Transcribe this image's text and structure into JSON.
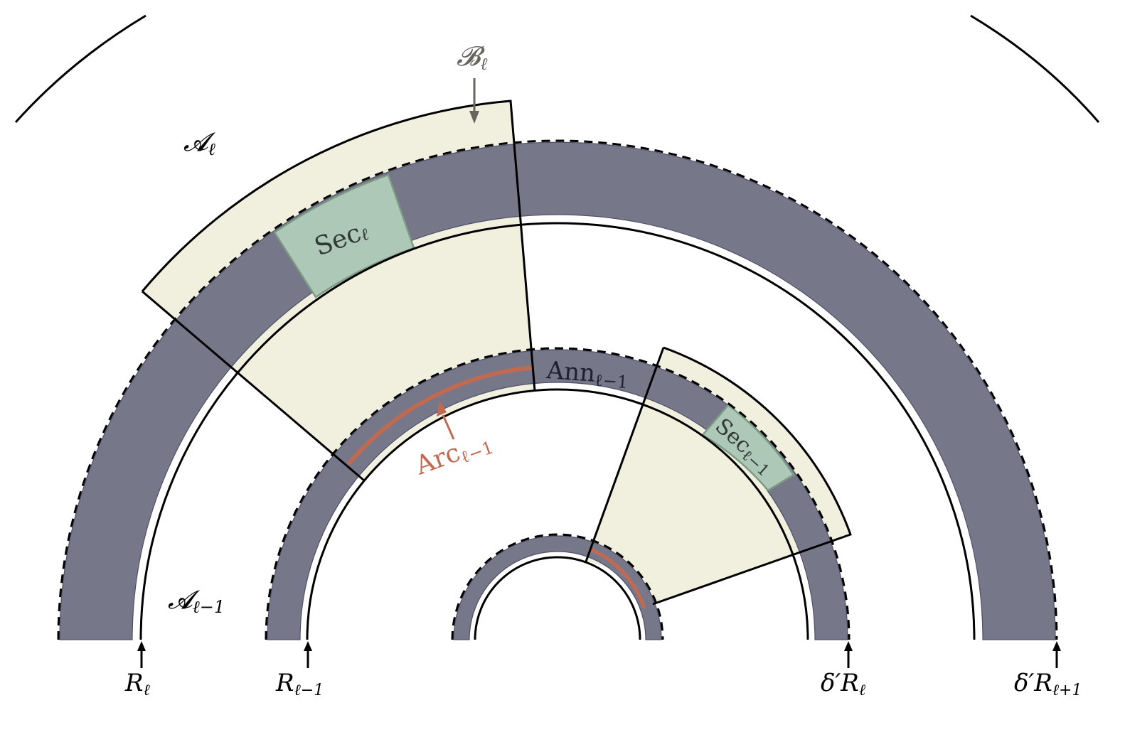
{
  "diagram": {
    "colors": {
      "band": "#767789",
      "band_edge": "#4f506a",
      "sector_fill": "#f1efdd",
      "sec_fill": "#aec8b8",
      "sec_edge": "#7c9a84",
      "arc": "#c06a52",
      "label_gray": "#66665e",
      "line": "#000000"
    },
    "labels": {
      "B_ell": "𝓑",
      "B_ell_sub": "ℓ",
      "A_ell": "𝓐",
      "A_ell_sub": "ℓ",
      "A_ell_minus_1": "𝓐",
      "A_ell_minus_1_sub": "ℓ−1",
      "Sec_ell": "Sec",
      "Sec_ell_sub": "ℓ",
      "Sec_ell_minus_1": "Sec",
      "Sec_ell_minus_1_sub": "ℓ−1",
      "Ann_ell_minus_1": "Ann",
      "Ann_ell_minus_1_sub": "ℓ−1",
      "Arc_ell_minus_1": "Arc",
      "Arc_ell_minus_1_sub": "ℓ−1"
    },
    "axis_markers": [
      {
        "main": "R",
        "sub": "ℓ",
        "prefix": ""
      },
      {
        "main": "R",
        "sub": "ℓ−1",
        "prefix": ""
      },
      {
        "main": "R",
        "sub": "ℓ",
        "prefix": "δ′"
      },
      {
        "main": "R",
        "sub": "ℓ+1",
        "prefix": "δ′"
      }
    ]
  }
}
